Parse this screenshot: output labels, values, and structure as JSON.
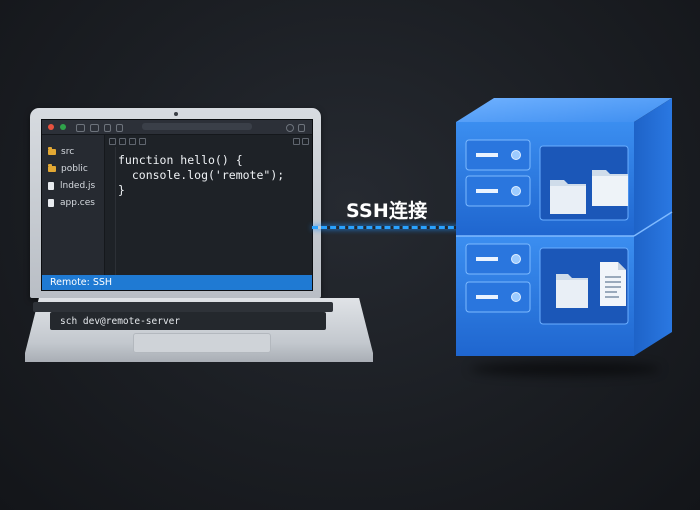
{
  "editor": {
    "files": [
      {
        "name": "src",
        "kind": "folder"
      },
      {
        "name": "poblic",
        "kind": "folder"
      },
      {
        "name": "lnded.js",
        "kind": "file"
      },
      {
        "name": "app.ces",
        "kind": "file"
      }
    ],
    "code_lines": [
      "function hello() {",
      "  console.log('remote\");",
      "}"
    ],
    "status": "Remote: SSH"
  },
  "terminal": {
    "command": "sch dev@remote-server"
  },
  "connection": {
    "label": "SSH连接"
  },
  "colors": {
    "accent": "#1f7ad3",
    "link_line": "#2aa2ff",
    "server_blue": "#2f7fe6",
    "folder_yellow": "#e2a834"
  }
}
